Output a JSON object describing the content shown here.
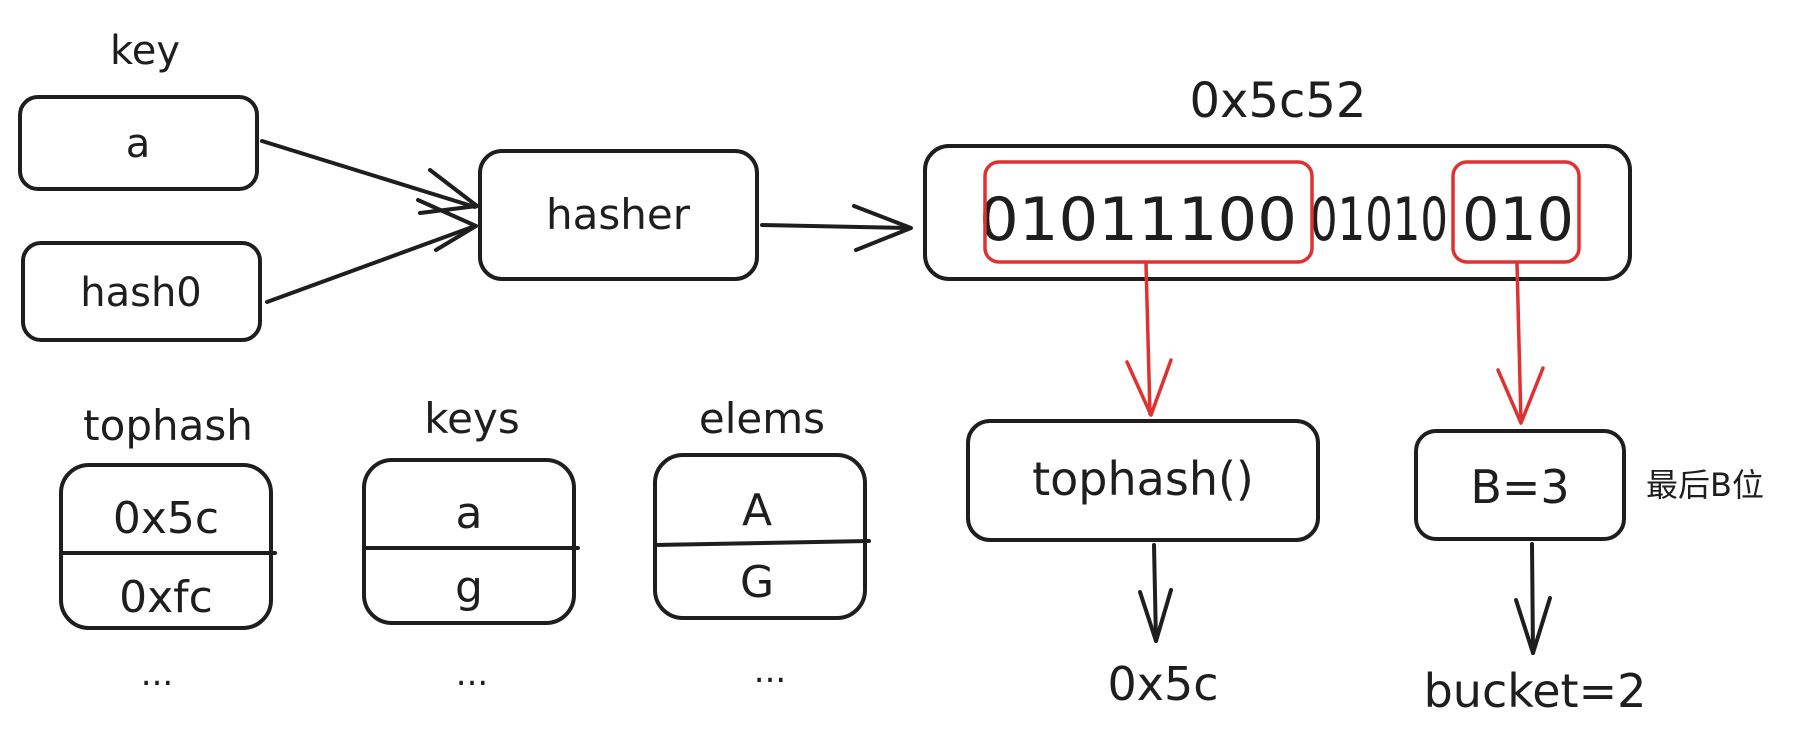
{
  "colors": {
    "ink": "#1e1e1e",
    "highlight": "#e03131"
  },
  "input": {
    "key_label": "key",
    "key_value": "a",
    "seed_value": "hash0"
  },
  "hasher_label": "hasher",
  "hash": {
    "value_label": "0x5c52",
    "bits_high": "01011100",
    "bits_mid": "01010",
    "bits_low": "010"
  },
  "tophash_func": {
    "label": "tophash()",
    "result": "0x5c"
  },
  "bucket_select": {
    "label": "B=3",
    "note": "最后B位",
    "result": "bucket=2"
  },
  "bucket": {
    "tophash": {
      "title": "tophash",
      "rows": [
        "0x5c",
        "0xfc"
      ],
      "more": "..."
    },
    "keys": {
      "title": "keys",
      "rows": [
        "a",
        "g"
      ],
      "more": "..."
    },
    "elems": {
      "title": "elems",
      "rows": [
        "A",
        "G"
      ],
      "more": "..."
    }
  }
}
